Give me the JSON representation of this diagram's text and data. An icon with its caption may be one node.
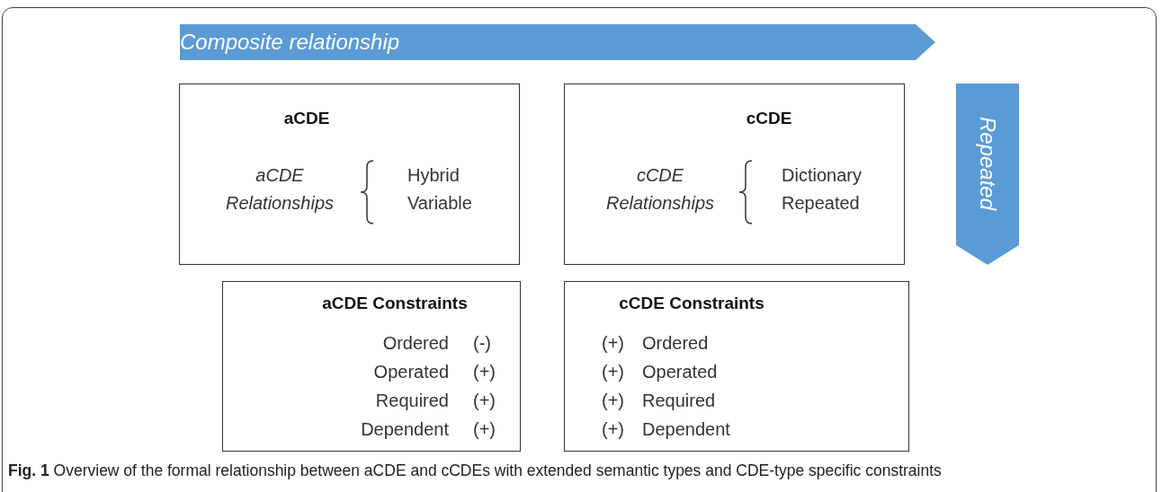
{
  "diagram": {
    "caption": "**Fig. 1** Overview of the formal relationship between aCDE and cCDEs with extended semantic types and CDE-type specific constraints",
    "nodes": [
      {
        "text": [
          "Composite relationship"
        ]
      },
      {
        "text": [
          "aCDE",
          "aCDE Relationships",
          "Hybrid",
          "Variable"
        ]
      },
      {
        "text": [
          "cCDE",
          "cCDE Relationships",
          "Dictionary",
          "Repeated"
        ]
      },
      {
        "text": [
          "Repeated"
        ]
      },
      {
        "text": [
          "aCDE Constraints",
          "Ordered",
          "(-)",
          "Operated",
          "(+)",
          "Required",
          "(+)",
          "Dependent",
          "(+)"
        ]
      },
      {
        "text": [
          "cCDE Constraints",
          "(+)",
          "Ordered",
          "(+)",
          "Operated",
          "(+)",
          "Required",
          "(+)",
          "Dependent"
        ]
      }
    ],
    "edges": []
  }
}
